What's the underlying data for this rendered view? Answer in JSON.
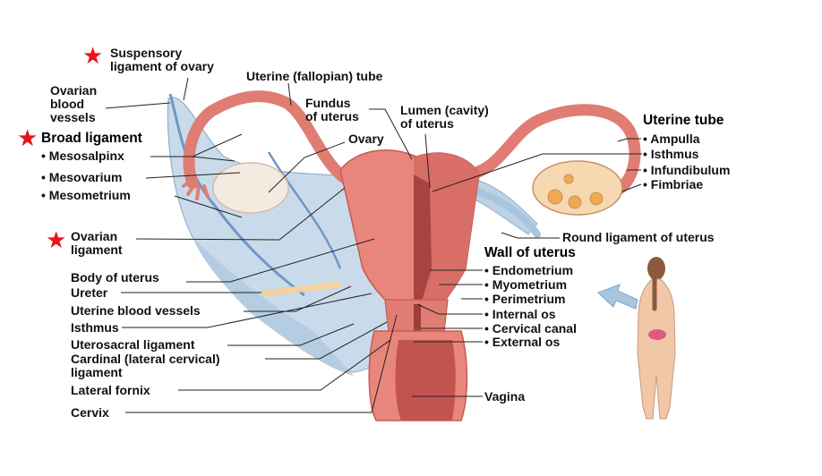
{
  "colors": {
    "star": "#e8141a",
    "uterus": "#e8867c",
    "uterus_dark": "#c45a55",
    "broad_ligament": "#bcd3e6",
    "vessel_blue": "#6f96c8",
    "line": "#222222"
  },
  "icons": {
    "star": "red-star-icon"
  },
  "labels_left": {
    "suspensory": "Suspensory\nligament of ovary",
    "ovarian_vessels": "Ovarian\nblood\nvessels",
    "broad_ligament": "Broad ligament",
    "mesosalpinx": "• Mesosalpinx",
    "mesovarium": "• Mesovarium",
    "mesometrium": "• Mesometrium",
    "ovarian_ligament": "Ovarian\nligament",
    "body_of_uterus": "Body of uterus",
    "ureter": "Ureter",
    "uterine_blood_vessels": "Uterine blood vessels",
    "isthmus": "Isthmus",
    "uterosacral": "Uterosacral ligament",
    "cardinal": "Cardinal (lateral cervical)\nligament",
    "lateral_fornix": "Lateral fornix",
    "cervix": "Cervix"
  },
  "labels_top": {
    "uterine_tube": "Uterine (fallopian) tube",
    "fundus": "Fundus\nof uterus",
    "ovary": "Ovary",
    "lumen": "Lumen (cavity)\nof uterus"
  },
  "uterine_tube_group": {
    "title": "Uterine tube",
    "items": [
      "• Ampulla",
      "• Isthmus",
      "• Infundibulum",
      "• Fimbriae"
    ]
  },
  "round_ligament": "Round ligament of uterus",
  "wall_group": {
    "title": "Wall of uterus",
    "items": [
      "• Endometrium",
      "• Myometrium",
      "• Perimetrium",
      "• Internal os",
      "• Cervical canal",
      "• External os"
    ]
  },
  "vagina": "Vagina"
}
